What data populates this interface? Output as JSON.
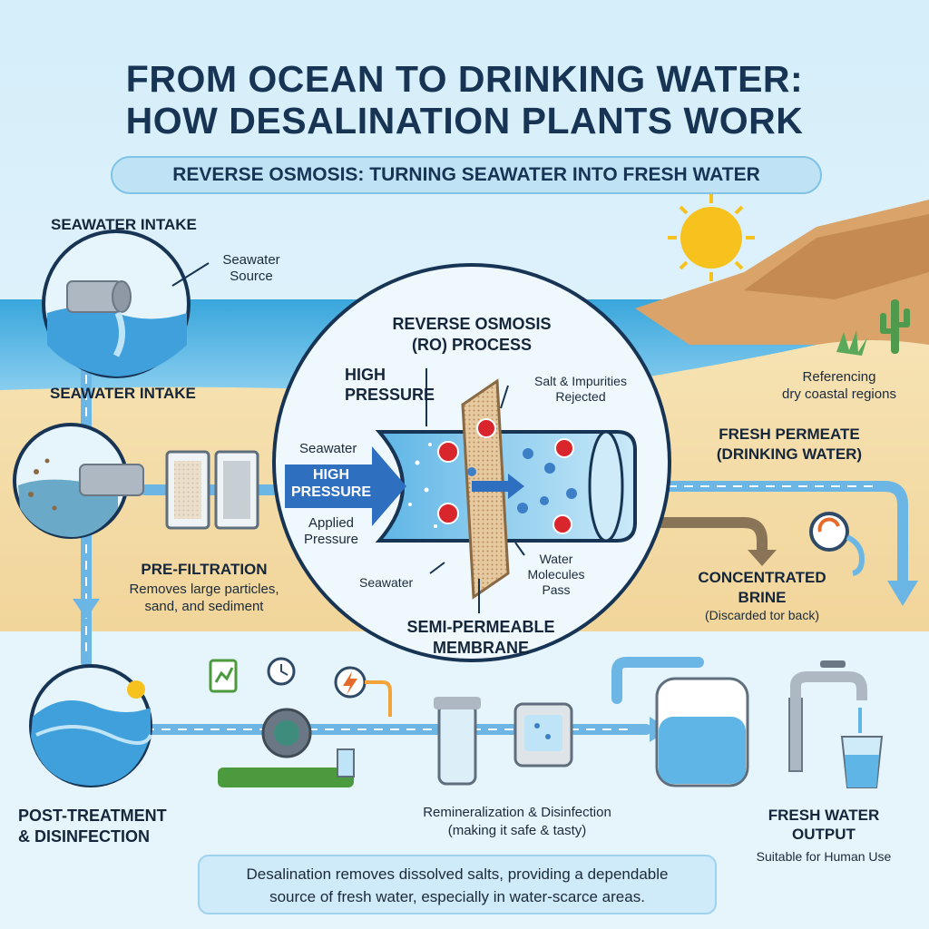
{
  "title": {
    "line1": "FROM OCEAN TO DRINKING WATER:",
    "line2": "HOW DESALINATION PLANTS WORK"
  },
  "subtitle": "REVERSE OSMOSIS: TURNING SEAWATER INTO FRESH WATER",
  "intake": {
    "heading": "SEAWATER INTAKE",
    "source_label_1": "Seawater",
    "source_label_2": "Source",
    "heading_2": "SEAWATER INTAKE"
  },
  "ro": {
    "title_1": "REVERSE OSMOSIS",
    "title_2": "(RO) PROCESS",
    "high_pressure_1": "HIGH",
    "high_pressure_2": "PRESSURE",
    "rejected_1": "Salt & Impurities",
    "rejected_2": "Rejected",
    "seawater_in": "Seawater",
    "arrow_1": "HIGH",
    "arrow_2": "PRESSURE",
    "applied_1": "Applied",
    "applied_2": "Pressure",
    "seawater_bottom": "Seawater",
    "molecules_1": "Water",
    "molecules_2": "Molecules",
    "molecules_3": "Pass",
    "membrane_1": "SEMI-PERMEABLE",
    "membrane_2": "MEMBRANE"
  },
  "prefilter": {
    "heading": "PRE-FILTRATION",
    "desc_1": "Removes large particles,",
    "desc_2": "sand, and sediment"
  },
  "regions_1": "Referencing",
  "regions_2": "dry coastal regions",
  "permeate": {
    "line1": "FRESH PERMEATE",
    "line2": "(DRINKING WATER)"
  },
  "brine": {
    "line1": "CONCENTRATED",
    "line2": "BRINE",
    "note": "(Discarded tor back)"
  },
  "post": {
    "line1": "POST-TREATMENT",
    "line2": "& DISINFECTION"
  },
  "remin": {
    "line1": "Remineralization & Disinfection",
    "line2": "(making it safe & tasty)"
  },
  "output": {
    "line1": "FRESH WATER",
    "line2": "OUTPUT",
    "desc": "Suitable for Human Use"
  },
  "footer": {
    "line1": "Desalination removes dissolved salts, providing a dependable",
    "line2": "source of fresh water, especially in water-scarce areas."
  },
  "colors": {
    "water": "#3fa0dc",
    "pipe": "#6cb6e6",
    "brine": "#8a7458",
    "sand": "#f3d9a0",
    "sky": "#dff1fb",
    "title": "#173454"
  },
  "icons": [
    "sun-icon",
    "cactus-icon",
    "gauge-icon",
    "pump-icon",
    "lightning-icon",
    "clock-icon",
    "document-icon",
    "faucet-icon",
    "glass-icon"
  ]
}
